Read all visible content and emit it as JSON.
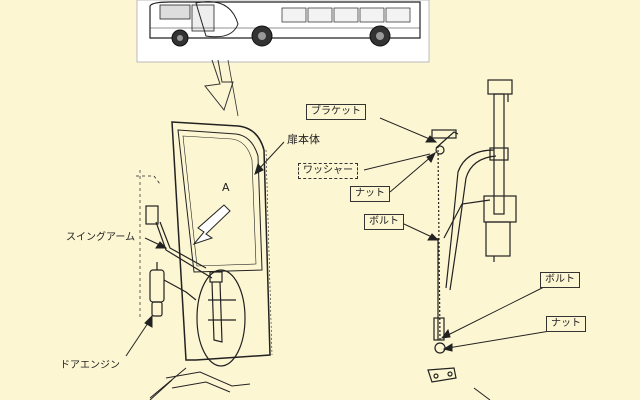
{
  "labels": {
    "door_body": "扉本体",
    "view_a": "A",
    "swing_arm": "スイングアーム",
    "door_engine": "ドアエンジン",
    "bracket": "ブラケット",
    "washer": "ワッシャー",
    "nut_top": "ナット",
    "bolt_upper": "ボルト",
    "bolt_lower": "ボルト",
    "nut_lower": "ナット"
  },
  "colors": {
    "background": "#fdf6d3",
    "line": "#222222",
    "panel": "#ffffff"
  }
}
